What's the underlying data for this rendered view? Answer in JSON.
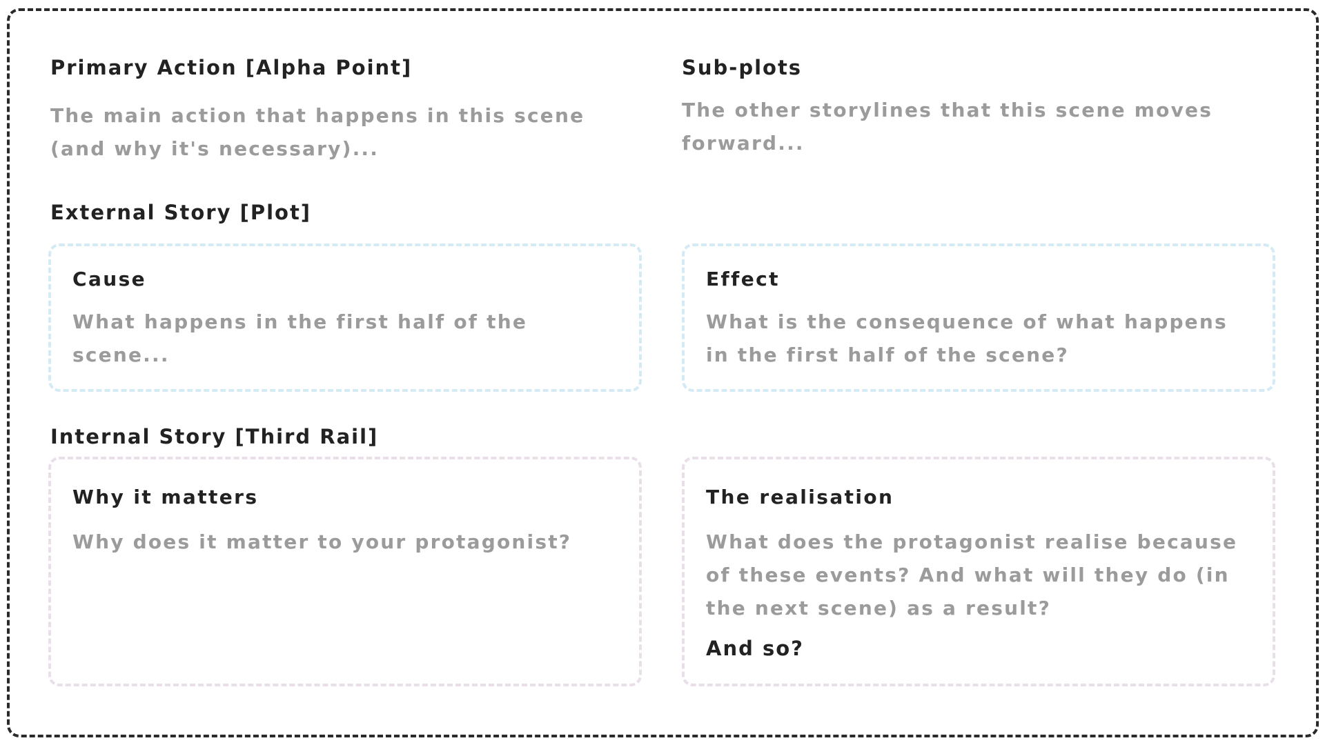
{
  "primary_action": {
    "heading": "Primary Action [Alpha Point]",
    "placeholder": "The main action that happens in this scene (and why it's necessary)..."
  },
  "subplots": {
    "heading": "Sub-plots",
    "placeholder": "The other storylines that this scene moves forward..."
  },
  "external_story": {
    "heading": "External Story [Plot]",
    "cause": {
      "title": "Cause",
      "placeholder": "What happens in the first half of the scene..."
    },
    "effect": {
      "title": "Effect",
      "placeholder": "What is the consequence of what happens in the first half of the scene?"
    },
    "border_color": "#d4eaf4"
  },
  "internal_story": {
    "heading": "Internal Story [Third Rail]",
    "why_it_matters": {
      "title": "Why it matters",
      "placeholder": "Why does it matter to your protagonist?"
    },
    "realisation": {
      "title": "The realisation",
      "placeholder": "What does the protagonist realise because of these events? And what will they do (in the next scene) as a result?",
      "footer": "And so?"
    },
    "border_color": "#e9dfe9"
  },
  "colors": {
    "outer_border": "#2a2a2a",
    "heading_text": "#222222",
    "placeholder_text": "#9b9b9b"
  }
}
